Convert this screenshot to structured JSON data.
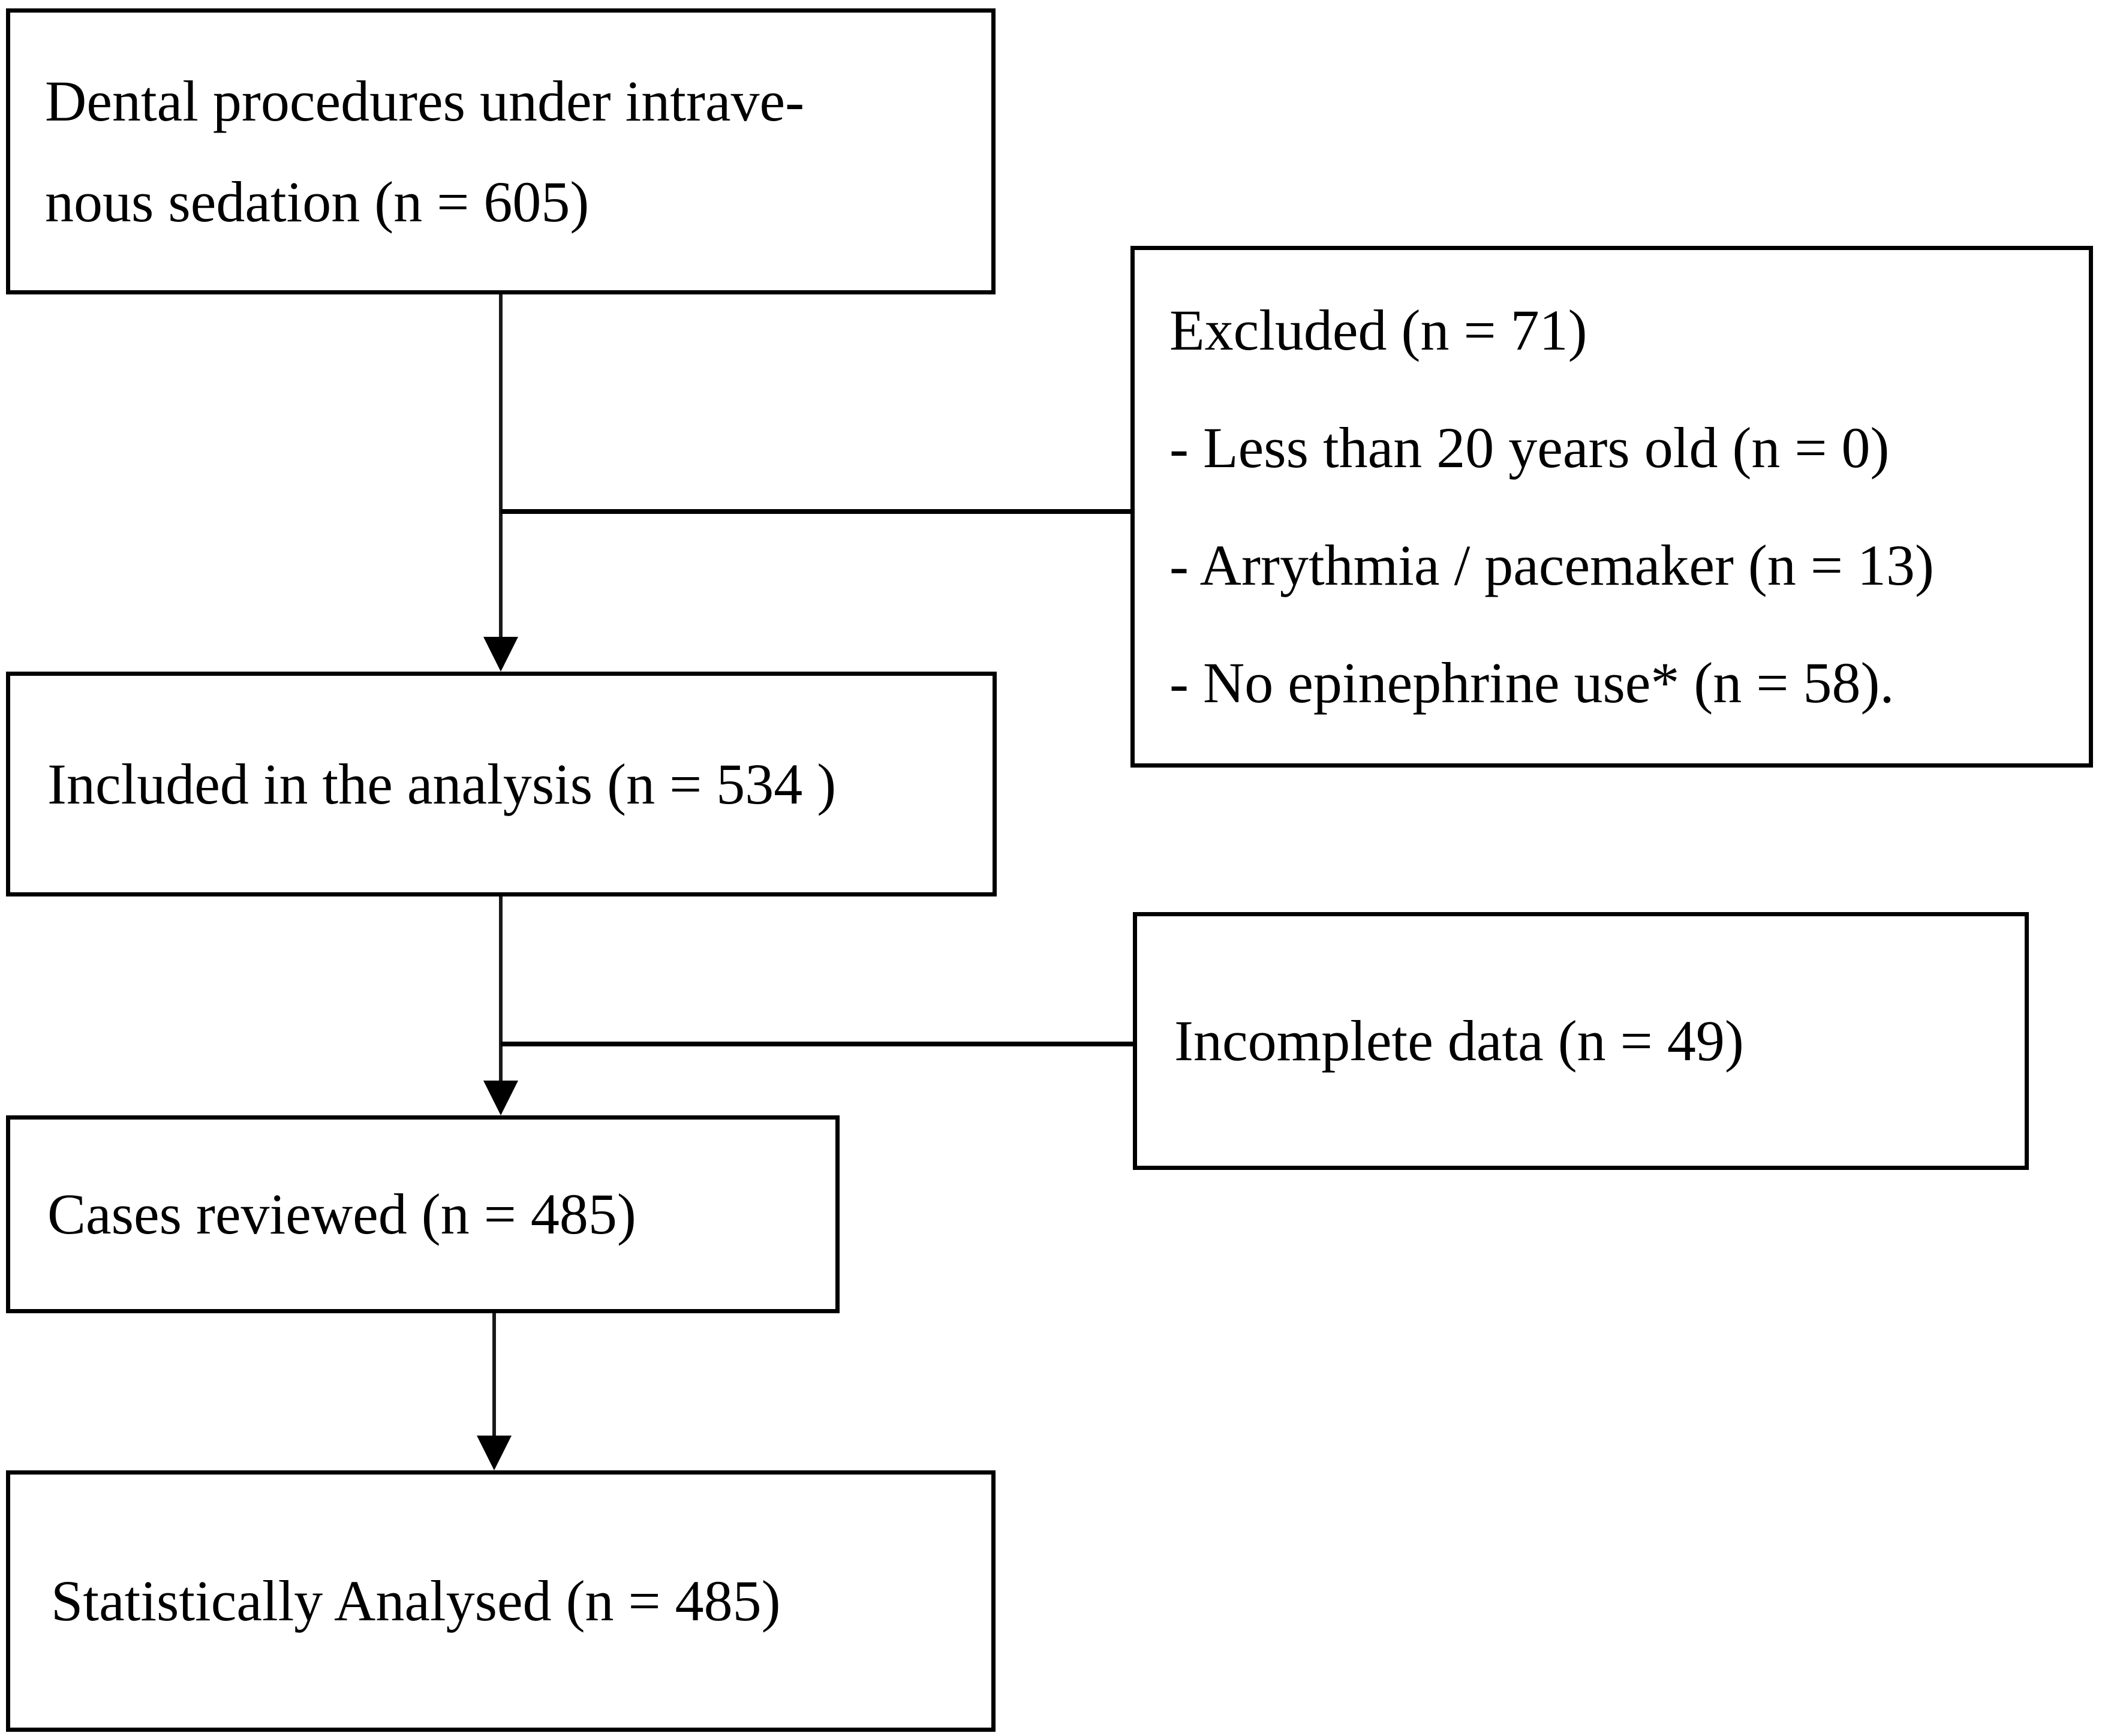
{
  "figure": {
    "type": "study-selection-flow-diagram",
    "background_color": "#ffffff",
    "border_color": "#000000",
    "text_color": "#000000"
  },
  "boxes": {
    "source": {
      "line1": "Dental procedures under intrave-",
      "line2": "nous sedation (n = 605)"
    },
    "excluded": {
      "title": "Excluded (n = 71)",
      "item1": "- Less than 20 years old (n = 0)",
      "item2": "- Arrythmia / pacemaker (n = 13)",
      "item3": "- No epinephrine use* (n = 58)."
    },
    "included": {
      "text": "Included in the analysis (n = 534 )"
    },
    "incomplete": {
      "text": "Incomplete data (n = 49)"
    },
    "reviewed": {
      "text": "Cases reviewed (n = 485)"
    },
    "analysed": {
      "text": "Statistically Analysed (n = 485)"
    }
  }
}
